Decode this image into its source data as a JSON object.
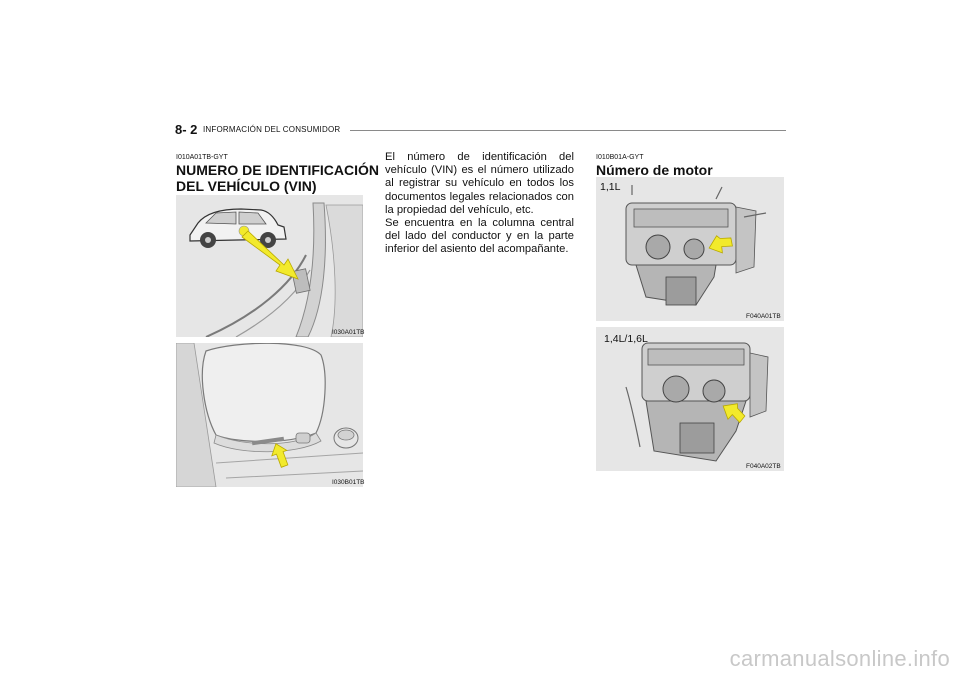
{
  "header": {
    "page_number": "8- 2",
    "section_title": "INFORMACIÓN DEL CONSUMIDOR"
  },
  "vin_section": {
    "code": "I010A01TB-GYT",
    "title_line1": "NUMERO DE IDENTIFICACIÓN",
    "title_line2": "DEL VEHÍCULO (VIN)",
    "figure1_code": "I030A01TB",
    "figure2_code": "I030B01TB"
  },
  "body": {
    "paragraph1": "El número de identificación del vehículo (VIN) es el número utilizado al registrar su vehículo en todos los documentos legales relacionados con la propiedad del vehículo, etc.",
    "paragraph2": "Se encuentra en la columna central del lado del conductor y en la parte inferior del asiento del acompañante."
  },
  "engine_section": {
    "code": "I010B01A-GYT",
    "title": "Número de motor",
    "engine1_label": "1,1L",
    "engine1_code": "F040A01TB",
    "engine2_label": "1,4L/1,6L",
    "engine2_code": "F040A02TB"
  },
  "watermark": "carmanualsonline.info",
  "colors": {
    "arrow_yellow": "#f2ea2c",
    "photo_bg": "#e6e6e6",
    "rule_gray": "#8a8a8a"
  }
}
